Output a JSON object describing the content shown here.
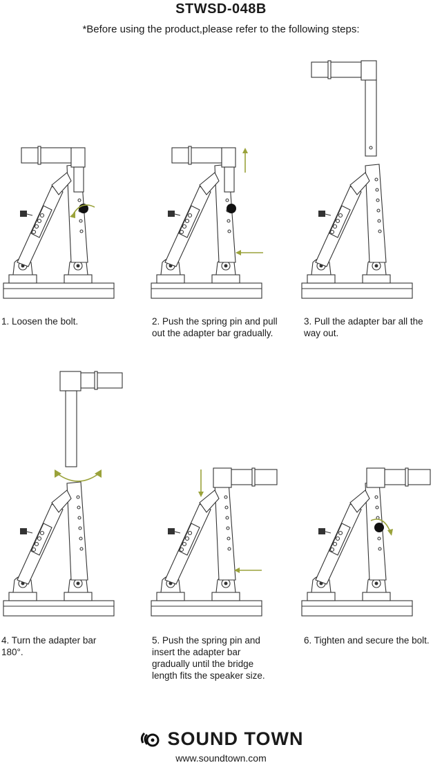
{
  "header": {
    "title": "STWSD-048B",
    "subtitle": "*Before using the product,please refer to the following steps:"
  },
  "steps": [
    {
      "caption": "1. Loosen the bolt."
    },
    {
      "caption": "2. Push the spring pin and pull out the adapter bar gradually."
    },
    {
      "caption": "3. Pull the adapter bar all the way out."
    },
    {
      "caption": "4. Turn the adapter bar 180°."
    },
    {
      "caption": "5. Push the spring pin and insert the adapter bar gradually until the bridge length fits the speaker size."
    },
    {
      "caption": "6. Tighten and secure the bolt."
    }
  ],
  "footer": {
    "brand": "SOUND TOWN",
    "url": "www.soundtown.com"
  },
  "colors": {
    "arrow": "#9aa23a",
    "line": "#333333"
  }
}
